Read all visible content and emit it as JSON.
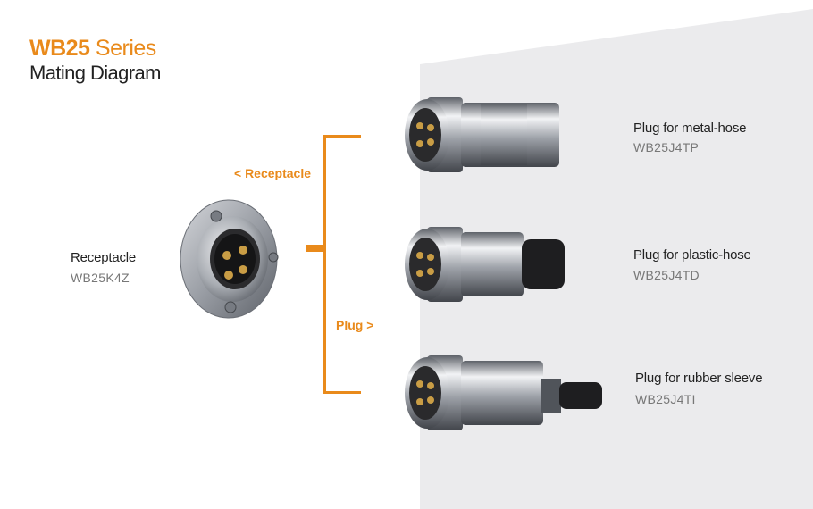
{
  "title": {
    "brand": "WB25",
    "series": "Series",
    "subtitle": "Mating Diagram"
  },
  "receptacle": {
    "name": "Receptacle",
    "code": "WB25K4Z"
  },
  "connector_labels": {
    "receptacle_arrow": "< Receptacle",
    "plug_arrow": "Plug >"
  },
  "plugs": [
    {
      "name": "Plug for metal-hose",
      "code": "WB25J4TP"
    },
    {
      "name": "Plug for plastic-hose",
      "code": "WB25J4TD"
    },
    {
      "name": "Plug for rubber sleeve",
      "code": "WB25J4TI"
    }
  ],
  "colors": {
    "accent": "#e98a1b",
    "panel": "#e9e9eb"
  }
}
